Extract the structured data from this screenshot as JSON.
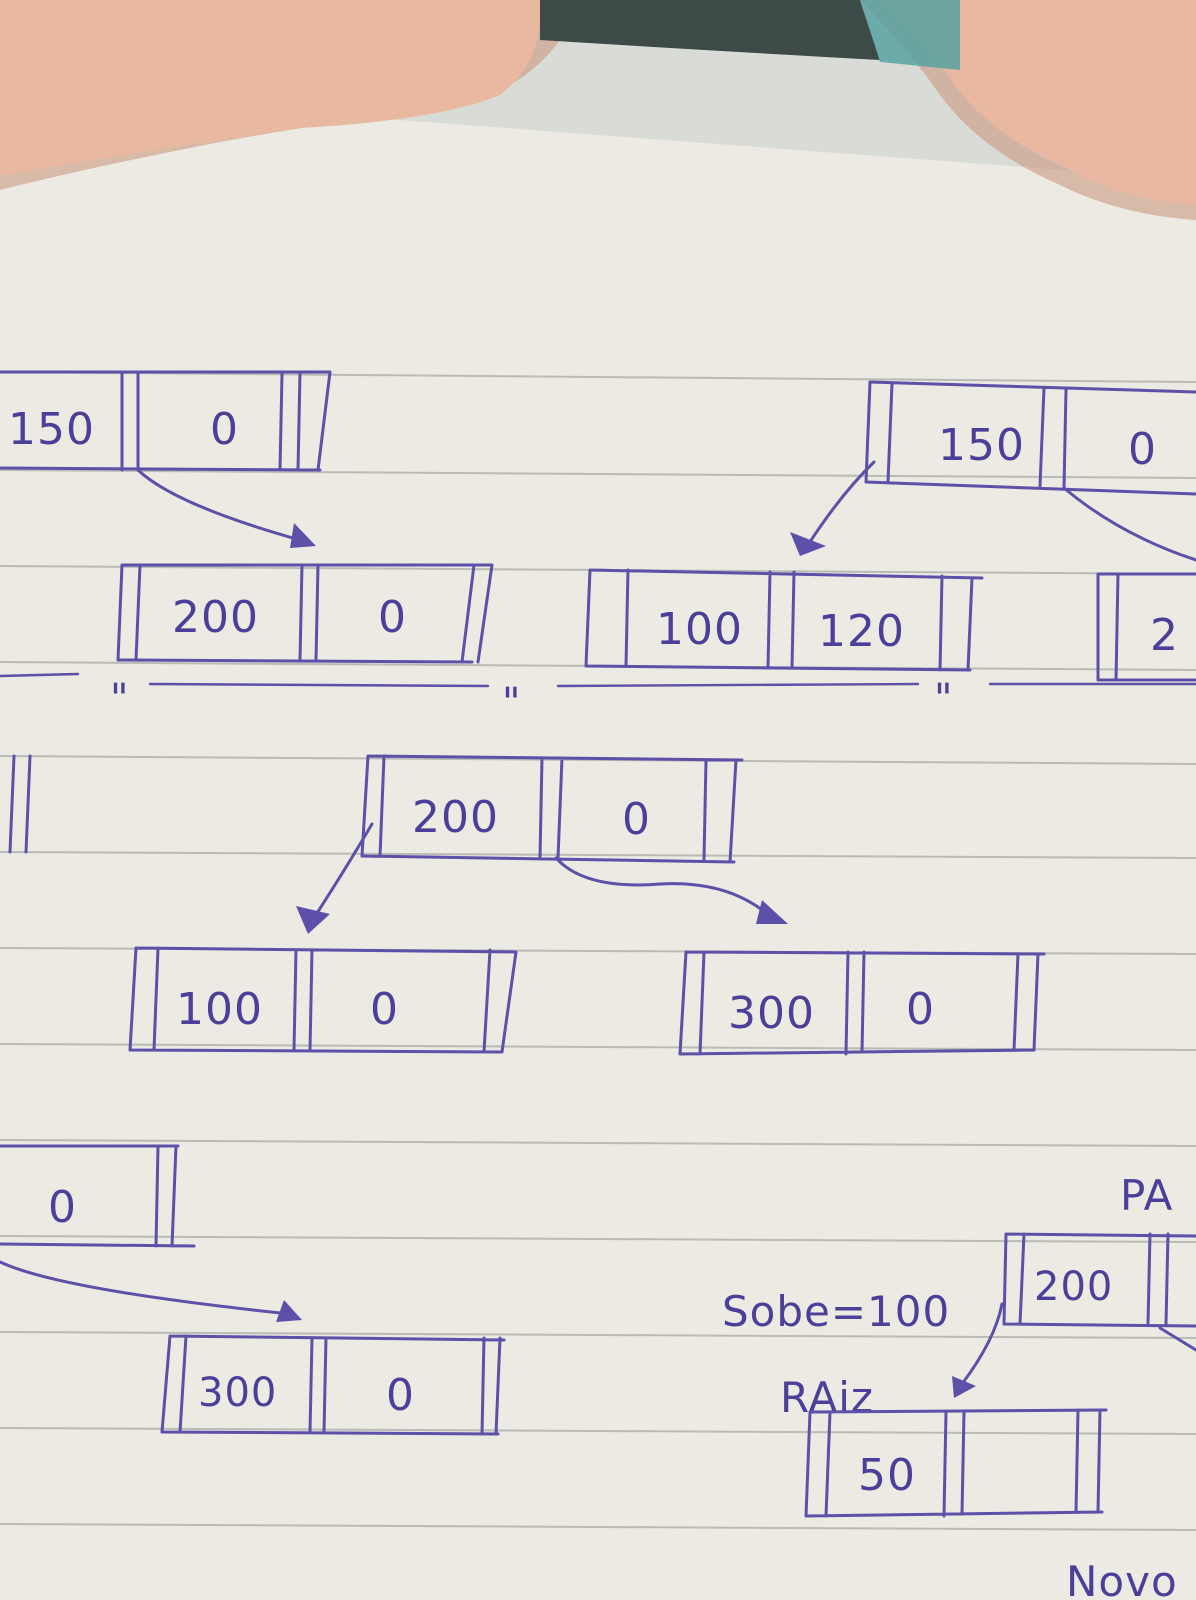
{
  "nodes": {
    "n1": {
      "left": "150",
      "right": "0"
    },
    "n2": {
      "left": "200",
      "right": "0"
    },
    "n3": {
      "left": "150",
      "right": "0"
    },
    "n4": {
      "left": "100",
      "right": "120"
    },
    "n5": {
      "left": "2",
      "right": ""
    },
    "n6": {
      "left": "200",
      "right": "0"
    },
    "n7": {
      "left": "100",
      "right": "0"
    },
    "n8": {
      "left": "300",
      "right": "0"
    },
    "n9": {
      "left": "",
      "right": "0"
    },
    "n10": {
      "left": "300",
      "right": "0"
    },
    "n11": {
      "left": "200",
      "right": ""
    },
    "n12": {
      "left": "50",
      "right": ""
    }
  },
  "labels": {
    "sobe": "Sobe=100",
    "raiz": "RAiz",
    "pa": "PA",
    "novo": "Novo",
    "ditto_marks": [
      "\"",
      "\"",
      "\""
    ]
  },
  "colors": {
    "ink": "#5d50a8",
    "paper": "#eceae2",
    "rule": "#b9bbb6",
    "skin": "#e8b9a0"
  }
}
